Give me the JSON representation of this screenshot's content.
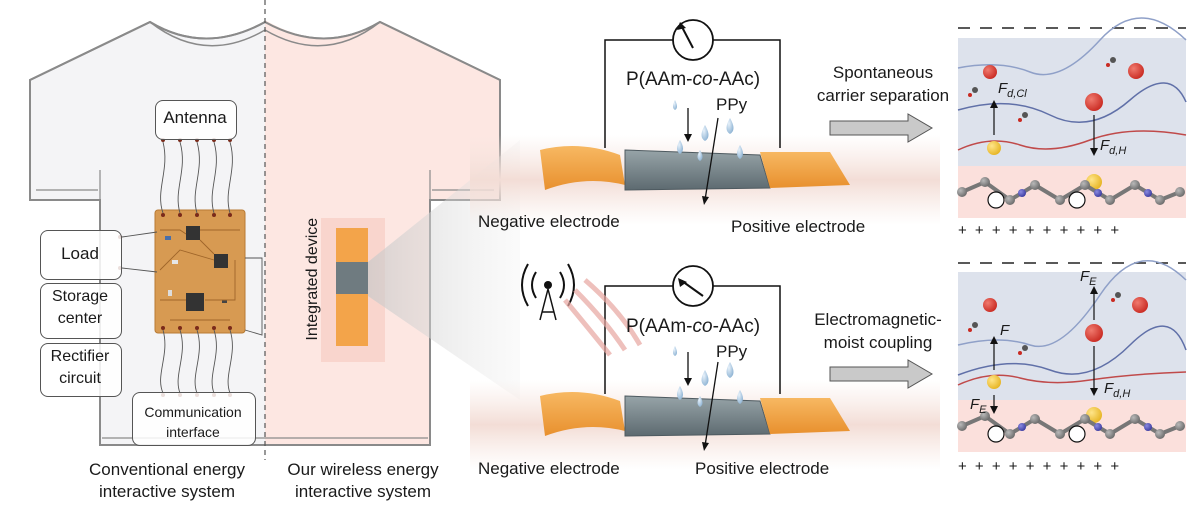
{
  "tshirt": {
    "antenna": "Antenna",
    "load": "Load",
    "storage_1": "Storage",
    "storage_2": "center",
    "rectifier_1": "Rectifier",
    "rectifier_2": "circuit",
    "comm_1": "Communication",
    "comm_2": "interface",
    "integrated": "Integrated device",
    "conventional_1": "Conventional energy",
    "conventional_2": "interactive system",
    "wireless_1": "Our wireless energy",
    "wireless_2": "interactive system"
  },
  "devices": {
    "top": {
      "polymer_pre": "P(AAm-",
      "polymer_italic": "co",
      "polymer_post": "-AAc)",
      "ppy": "PPy",
      "negative": "Negative electrode",
      "positive": "Positive electrode"
    },
    "bottom": {
      "polymer_pre": "P(AAm-",
      "polymer_italic": "co",
      "polymer_post": "-AAc)",
      "ppy": "PPy",
      "negative": "Negative electrode",
      "positive": "Positive electrode"
    }
  },
  "arrows": {
    "top_1": "Spontaneous",
    "top_2": "carrier separation",
    "bottom_1": "Electromagnetic-",
    "bottom_2": "moist coupling"
  },
  "mechanism": {
    "force_dcl": "F",
    "force_dcl_sub": "d,Cl",
    "force_dh": "F",
    "force_dh_sub": "d,H",
    "force_f": "F",
    "force_fe": "F",
    "force_fe_sub": "E",
    "force_fe2": "F",
    "force_fe2_sub": "E",
    "force_dh2": "F",
    "force_dh2_sub": "d,H",
    "minus_row": "— — — — — — — — — —",
    "plus_row": "+  +  +  +  +  +  +  +  +  +"
  },
  "colors": {
    "electrode": "#f3a44a",
    "hydrogel": "#7c8a90",
    "pink_bg": "#fbe0dc",
    "blue_bg": "#dde2ec",
    "cation": "#d9342b"
  }
}
